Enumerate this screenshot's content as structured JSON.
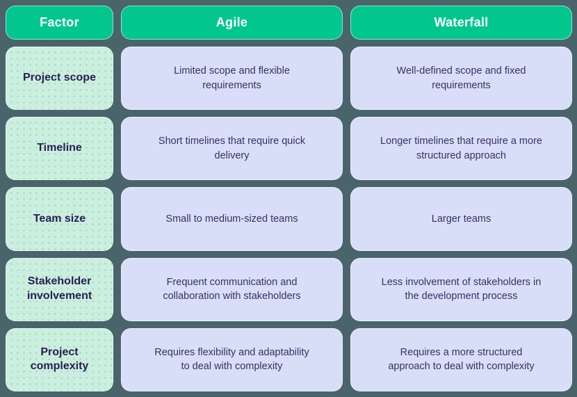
{
  "colors": {
    "page-bg": "#4A646C",
    "header-bg": "#01C78E",
    "header-text": "#FFFFFF",
    "factor-bg": "#CBEFDE",
    "cell-bg": "#D8DEF8",
    "factor-text": "#271E52",
    "cell-text": "#382F61"
  },
  "chart_data": {
    "type": "table",
    "columns": [
      "Factor",
      "Agile",
      "Waterfall"
    ],
    "rows": [
      [
        "Project scope",
        "Limited scope and flexible requirements",
        "Well-defined scope and fixed requirements"
      ],
      [
        "Timeline",
        "Short timelines that require quick delivery",
        "Longer timelines that require a more structured approach"
      ],
      [
        "Team size",
        "Small to medium-sized teams",
        "Larger teams"
      ],
      [
        "Stakeholder involvement",
        "Frequent communication and collaboration with stakeholders",
        "Less involvement of stakeholders in the development process"
      ],
      [
        "Project complexity",
        "Requires flexibility and adaptability to deal with complexity",
        "Requires a more structured approach to deal with complexity"
      ]
    ],
    "layout": {
      "header_position": "top",
      "factor_column_position": "left",
      "grid": "rounded-cards-on-dark-background"
    }
  }
}
